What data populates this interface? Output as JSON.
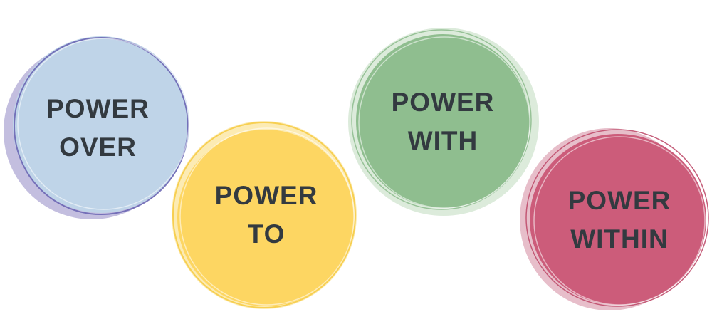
{
  "circles": [
    {
      "id": "over",
      "lines": [
        "POWER",
        "OVER"
      ],
      "fill": "#bfd4e8",
      "halo": "#b9b3d9",
      "stroke": "#6b66b4"
    },
    {
      "id": "to",
      "lines": [
        "POWER",
        "TO"
      ],
      "fill": "#fdd662",
      "halo": "#fbe7a6",
      "stroke": "#f6cc46"
    },
    {
      "id": "with",
      "lines": [
        "POWER",
        "WITH"
      ],
      "fill": "#8fbe8f",
      "halo": "#d6e8d5",
      "stroke": "#8fbe8f"
    },
    {
      "id": "within",
      "lines": [
        "POWER",
        "WITHIN"
      ],
      "fill": "#cc5c7a",
      "halo": "#e3b3c1",
      "stroke": "#bf4d6b"
    }
  ]
}
